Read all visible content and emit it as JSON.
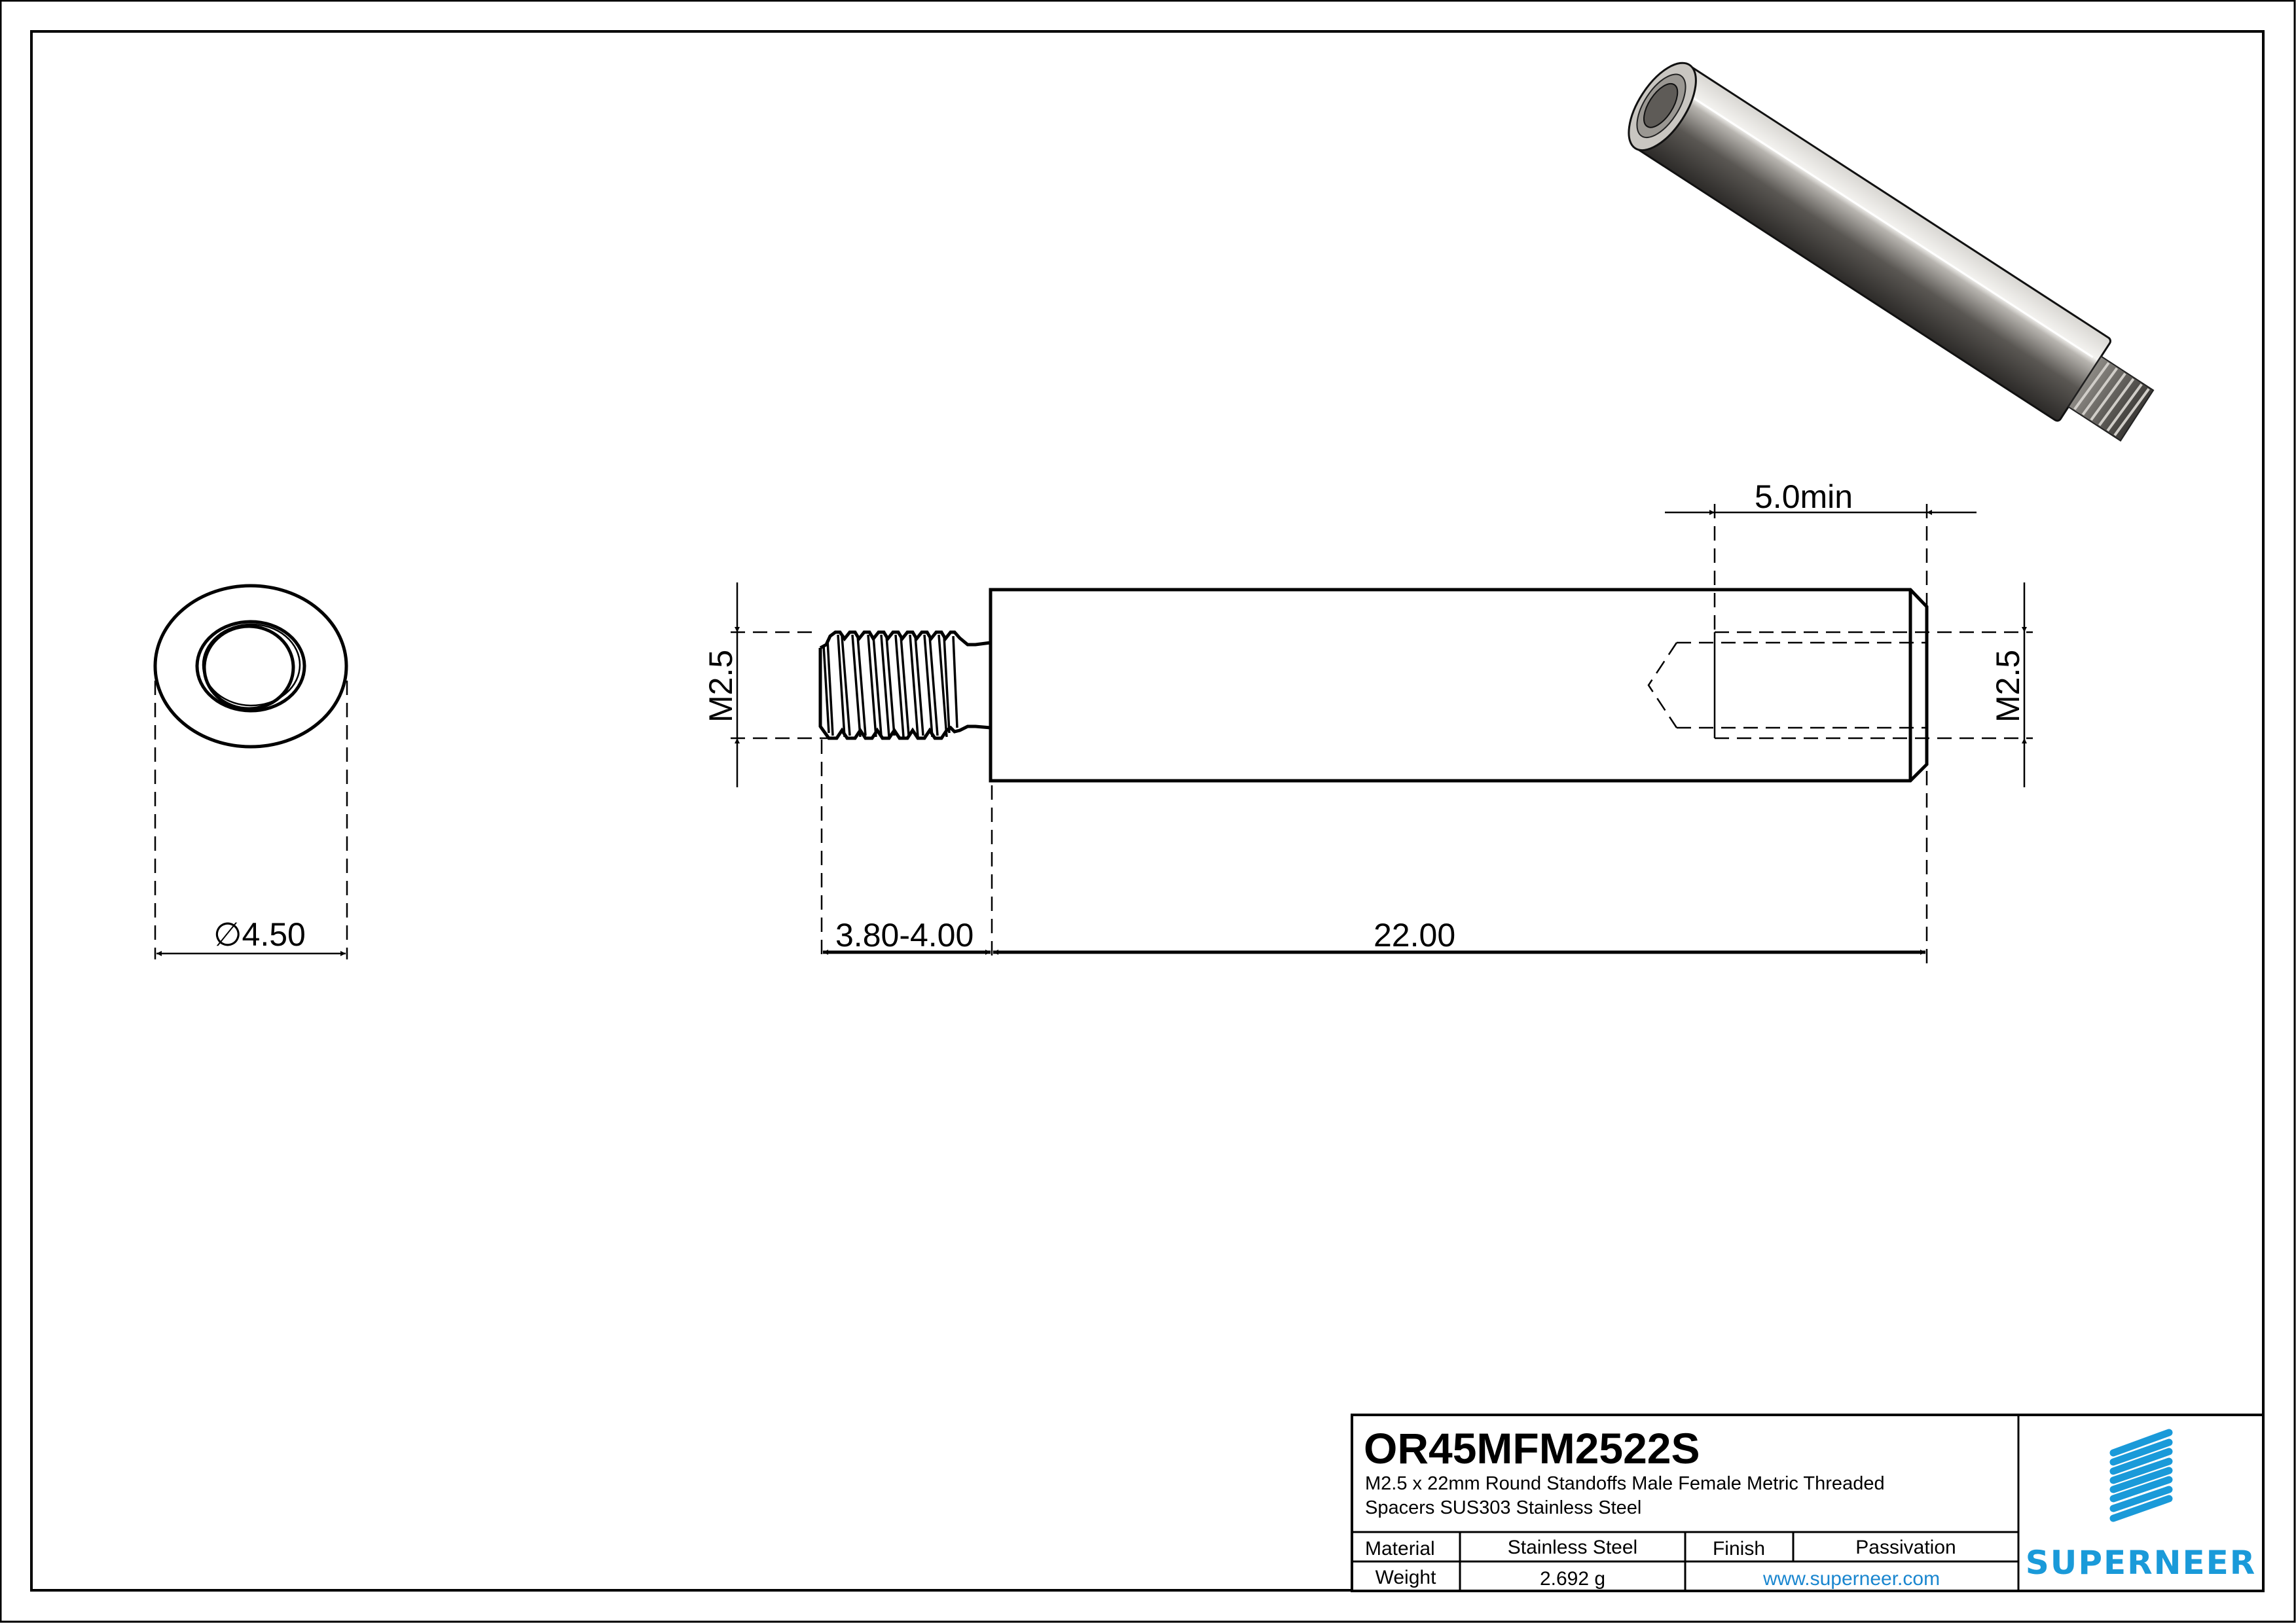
{
  "drawing": {
    "views": {
      "end_view": {
        "diameter_label": "∅4.50"
      },
      "side_view": {
        "male_thread_label": "M2.5",
        "female_thread_label": "M2.5",
        "thread_length_label": "3.80-4.00",
        "body_length_label": "22.00",
        "bore_depth_label": "5.0min"
      },
      "iso_view": {
        "description": "3D rendered stainless steel round standoff, male-female"
      }
    }
  },
  "title_block": {
    "part_number": "OR45MFM2522S",
    "description_line1": "M2.5 x 22mm Round Standoffs Male Female Metric Threaded",
    "description_line2": "Spacers SUS303 Stainless Steel",
    "rows": [
      {
        "label": "Material",
        "value": "Stainless Steel",
        "label2": "Finish",
        "value2": "Passivation"
      },
      {
        "label": "Weight",
        "value": "2.692 g",
        "link": "www.superneer.com"
      }
    ],
    "logo": {
      "name": "SUPERNEER",
      "color": "#1a9ad9"
    }
  },
  "colors": {
    "line": "#000000",
    "brand_blue": "#1a9ad9",
    "link_blue": "#1a86cf"
  }
}
